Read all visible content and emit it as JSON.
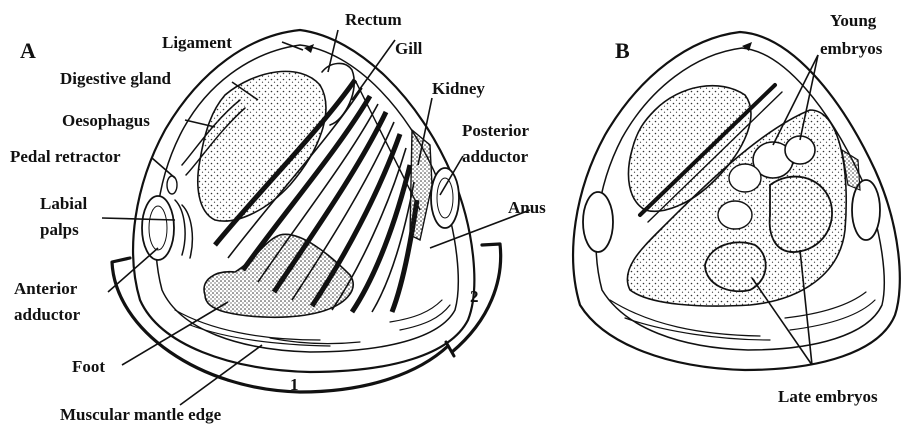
{
  "figure": {
    "panels": [
      {
        "id": "A",
        "letter": "A",
        "labels": {
          "ligament": "Ligament",
          "rectum": "Rectum",
          "digestive_gland": "Digestive gland",
          "gill": "Gill",
          "kidney": "Kidney",
          "oesophagus": "Oesophagus",
          "posterior_adductor_1": "Posterior",
          "posterior_adductor_2": "adductor",
          "pedal_retractor": "Pedal retractor",
          "labial_palps_1": "Labial",
          "labial_palps_2": "palps",
          "anus": "Anus",
          "anterior_adductor_1": "Anterior",
          "anterior_adductor_2": "adductor",
          "foot": "Foot",
          "muscular_mantle_edge": "Muscular mantle edge",
          "region_1": "1",
          "region_2": "2"
        }
      },
      {
        "id": "B",
        "letter": "B",
        "labels": {
          "young_embryos_1": "Young",
          "young_embryos_2": "embryos",
          "late_embryos": "Late embryos"
        }
      }
    ]
  },
  "colors": {
    "ink": "#111111",
    "paper": "#ffffff",
    "stipple": "#333333"
  }
}
